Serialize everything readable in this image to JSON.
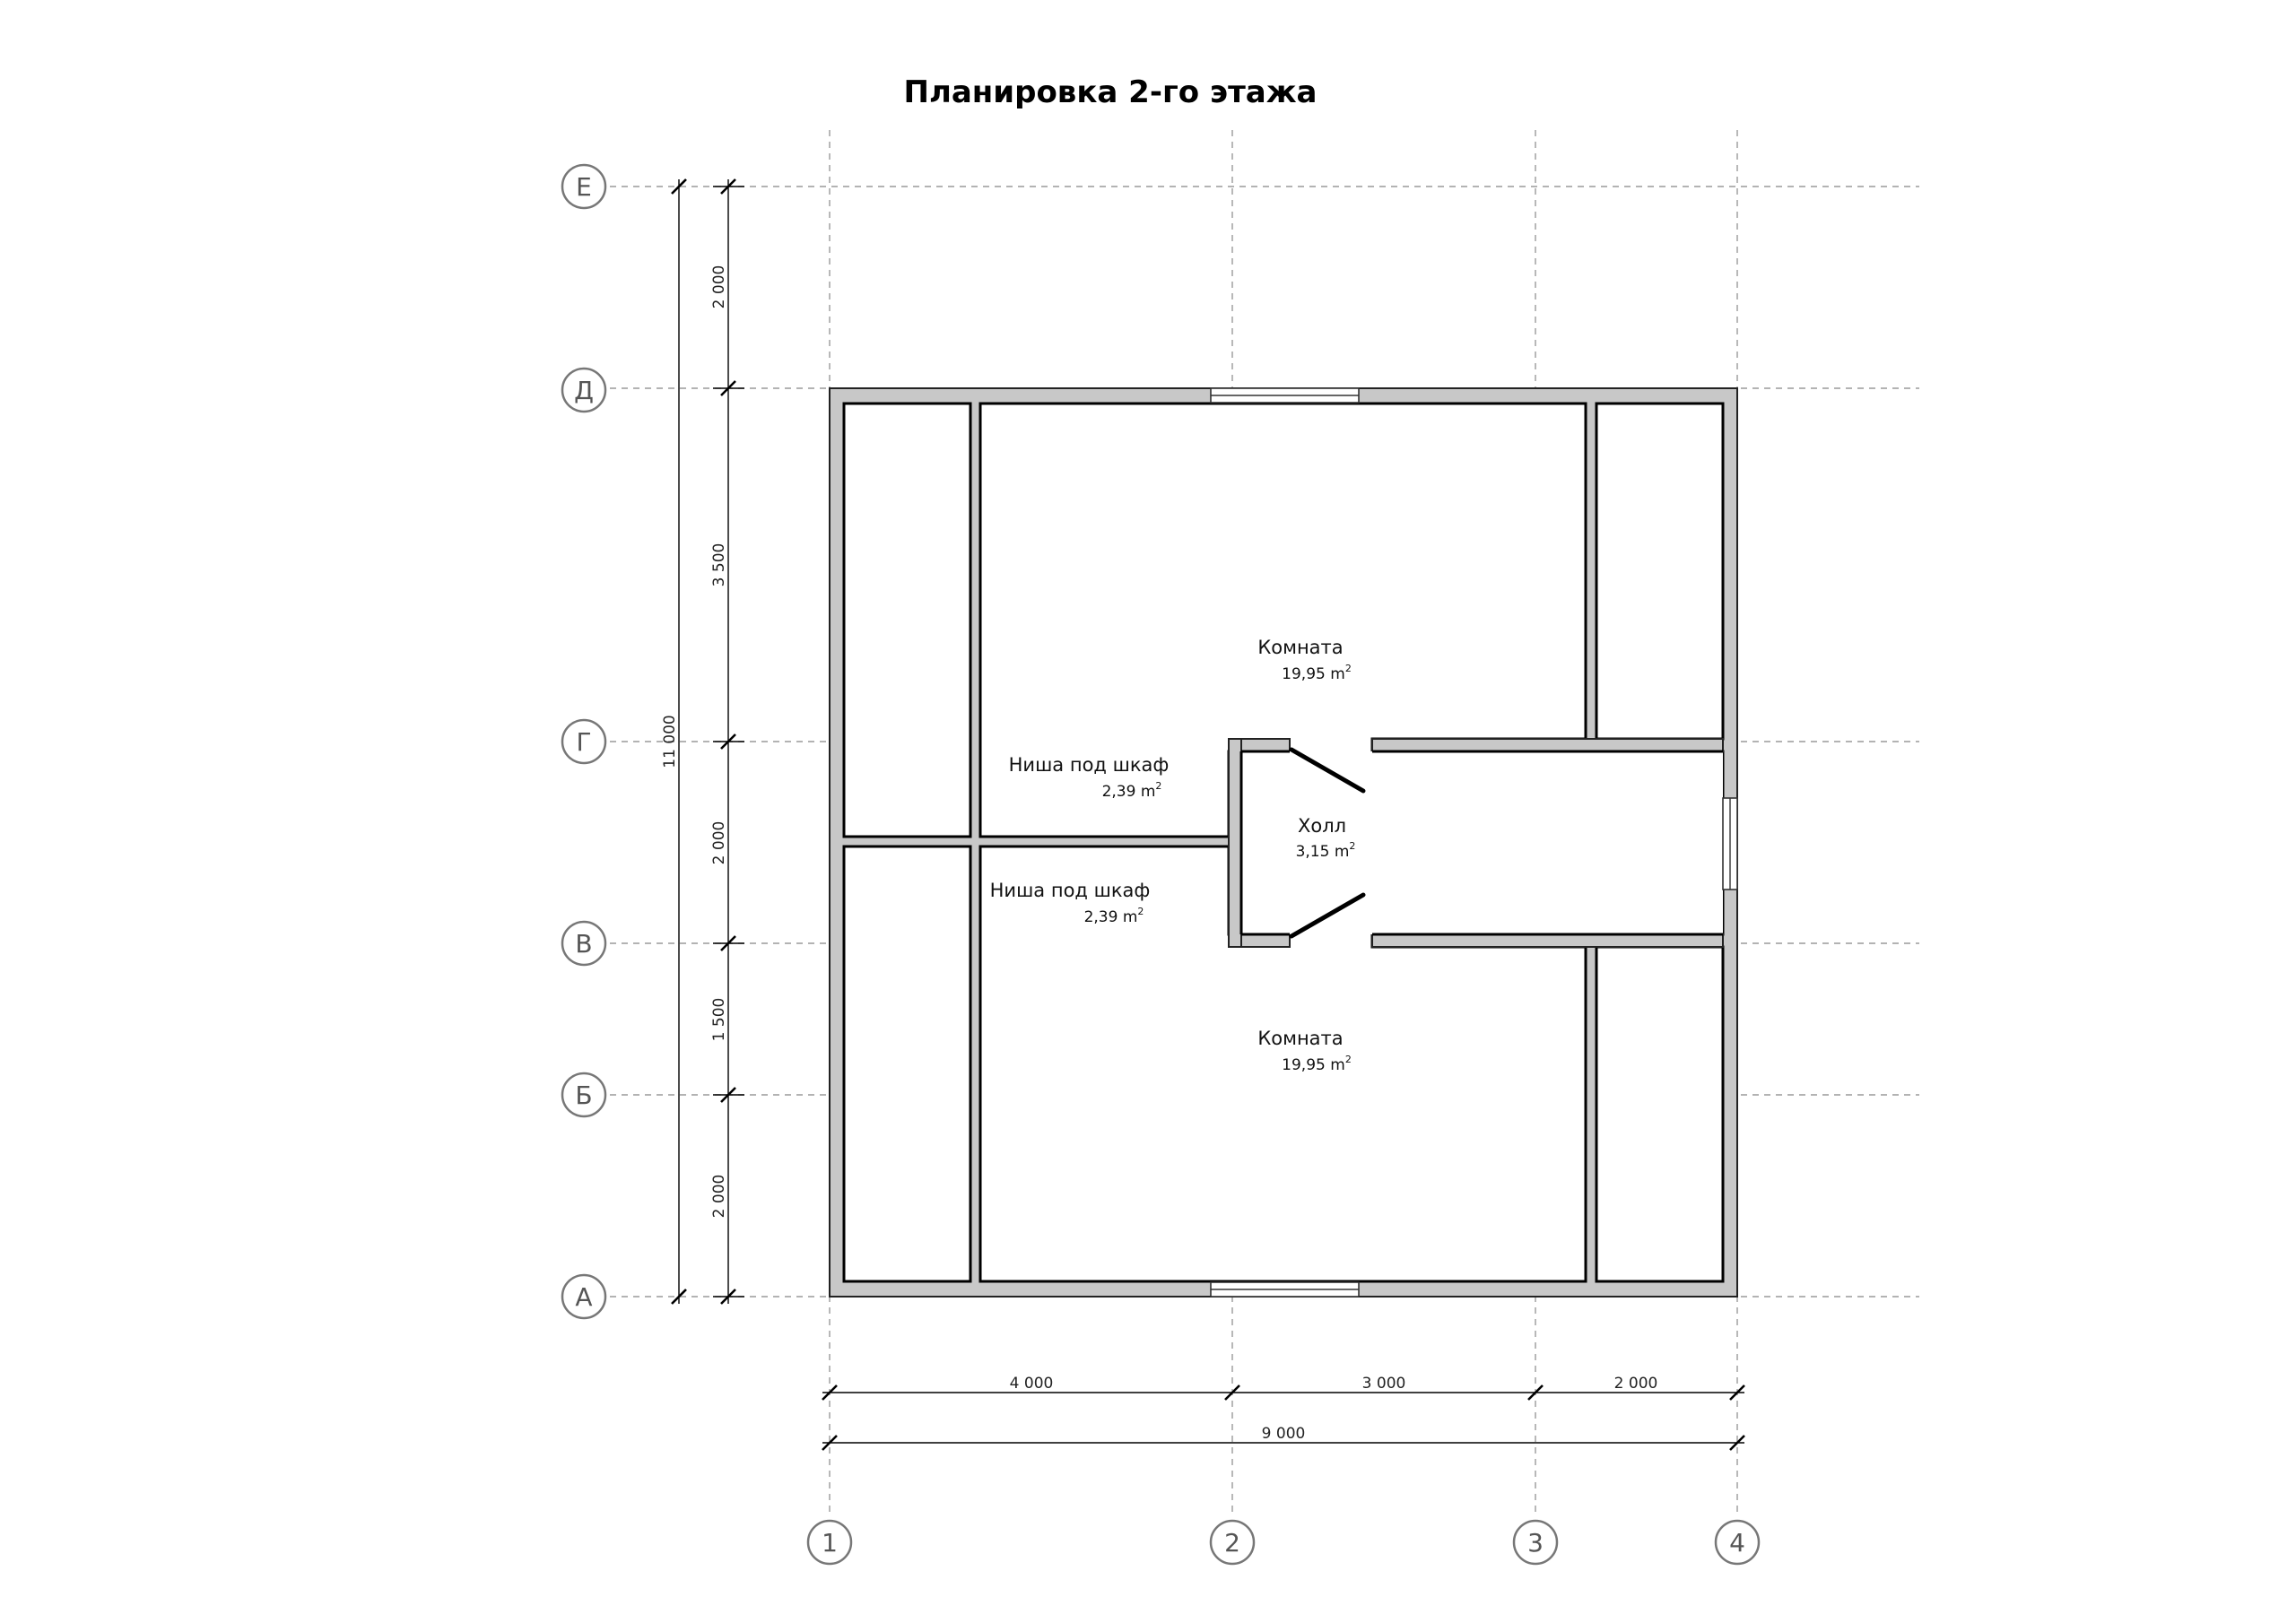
{
  "title": "Планировка 2-го этажа",
  "axes": {
    "rows": [
      "Е",
      "Д",
      "Г",
      "В",
      "Б",
      "А"
    ],
    "columns": [
      "1",
      "2",
      "3",
      "4"
    ]
  },
  "dimensions": {
    "vertical_segments": [
      "2 000",
      "3 500",
      "2 000",
      "1 500",
      "2 000"
    ],
    "vertical_total": "11 000",
    "horizontal_segments": [
      "4 000",
      "3 000",
      "2 000"
    ],
    "horizontal_total": "9 000"
  },
  "rooms": [
    {
      "name": "Комната",
      "area": "19,95 m",
      "unit_exp": "2"
    },
    {
      "name": "Ниша под шкаф",
      "area": "2,39 m",
      "unit_exp": "2"
    },
    {
      "name": "Холл",
      "area": "3,15 m",
      "unit_exp": "2"
    },
    {
      "name": "Ниша под шкаф",
      "area": "2,39 m",
      "unit_exp": "2"
    },
    {
      "name": "Комната",
      "area": "19,95 m",
      "unit_exp": "2"
    }
  ]
}
